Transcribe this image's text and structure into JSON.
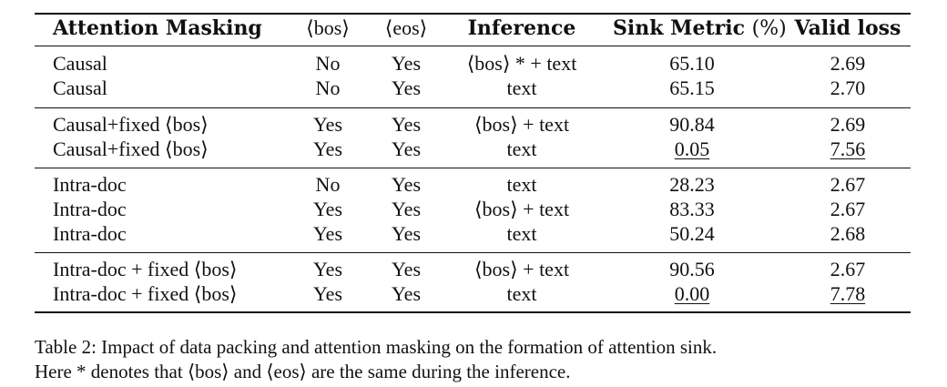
{
  "table": {
    "headers": {
      "masking": "Attention Masking",
      "bos": "⟨bos⟩",
      "eos": "⟨eos⟩",
      "inference": "Inference",
      "sink_main": "Sink Metric ",
      "sink_unit": "(%)",
      "loss": "Valid loss"
    },
    "groups": [
      [
        {
          "masking": "Causal",
          "bos": "No",
          "eos": "Yes",
          "inference": "⟨bos⟩ * + text",
          "sink": "65.10",
          "loss": "2.69",
          "underline_sink": false,
          "underline_loss": false
        },
        {
          "masking": "Causal",
          "bos": "No",
          "eos": "Yes",
          "inference": "text",
          "sink": "65.15",
          "loss": "2.70",
          "underline_sink": false,
          "underline_loss": false
        }
      ],
      [
        {
          "masking": "Causal+fixed ⟨bos⟩",
          "bos": "Yes",
          "eos": "Yes",
          "inference": "⟨bos⟩ + text",
          "sink": "90.84",
          "loss": "2.69",
          "underline_sink": false,
          "underline_loss": false
        },
        {
          "masking": "Causal+fixed ⟨bos⟩",
          "bos": "Yes",
          "eos": "Yes",
          "inference": "text",
          "sink": "0.05",
          "loss": "7.56",
          "underline_sink": true,
          "underline_loss": true
        }
      ],
      [
        {
          "masking": "Intra-doc",
          "bos": "No",
          "eos": "Yes",
          "inference": "text",
          "sink": "28.23",
          "loss": "2.67",
          "underline_sink": false,
          "underline_loss": false
        },
        {
          "masking": "Intra-doc",
          "bos": "Yes",
          "eos": "Yes",
          "inference": "⟨bos⟩ + text",
          "sink": "83.33",
          "loss": "2.67",
          "underline_sink": false,
          "underline_loss": false
        },
        {
          "masking": "Intra-doc",
          "bos": "Yes",
          "eos": "Yes",
          "inference": "text",
          "sink": "50.24",
          "loss": "2.68",
          "underline_sink": false,
          "underline_loss": false
        }
      ],
      [
        {
          "masking": "Intra-doc + fixed ⟨bos⟩",
          "bos": "Yes",
          "eos": "Yes",
          "inference": "⟨bos⟩ + text",
          "sink": "90.56",
          "loss": "2.67",
          "underline_sink": false,
          "underline_loss": false
        },
        {
          "masking": "Intra-doc + fixed ⟨bos⟩",
          "bos": "Yes",
          "eos": "Yes",
          "inference": "text",
          "sink": "0.00",
          "loss": "7.78",
          "underline_sink": true,
          "underline_loss": true
        }
      ]
    ]
  },
  "caption": {
    "line1": "Table 2: Impact of data packing and attention masking on the formation of attention sink.",
    "line2": "Here * denotes that ⟨bos⟩ and ⟨eos⟩ are the same during the inference."
  }
}
